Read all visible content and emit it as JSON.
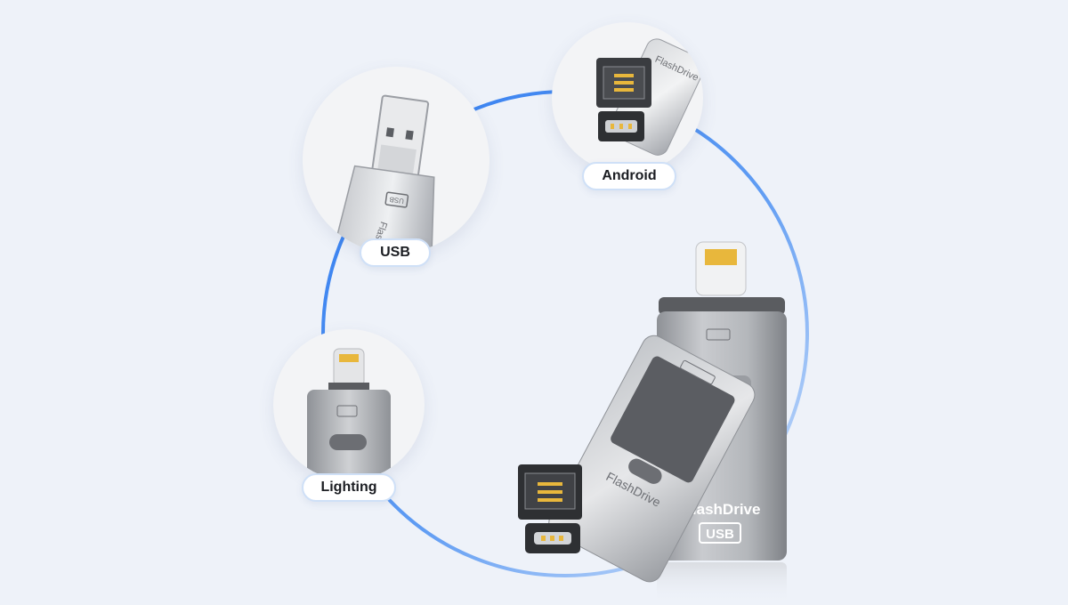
{
  "labels": {
    "usb": "USB",
    "android": "Android",
    "lighting": "Lighting"
  },
  "product": {
    "brand_text": "FlashDrive",
    "usb_badge": "USB"
  },
  "colors": {
    "background": "#eef2f9",
    "arc_blue": "#2f7bf0",
    "arc_light": "#b9d3f7",
    "pill_border": "#cfe0f7",
    "device_silver": "#a9acb1",
    "device_dark": "#6e7075",
    "connector_gold": "#e8b73c"
  }
}
